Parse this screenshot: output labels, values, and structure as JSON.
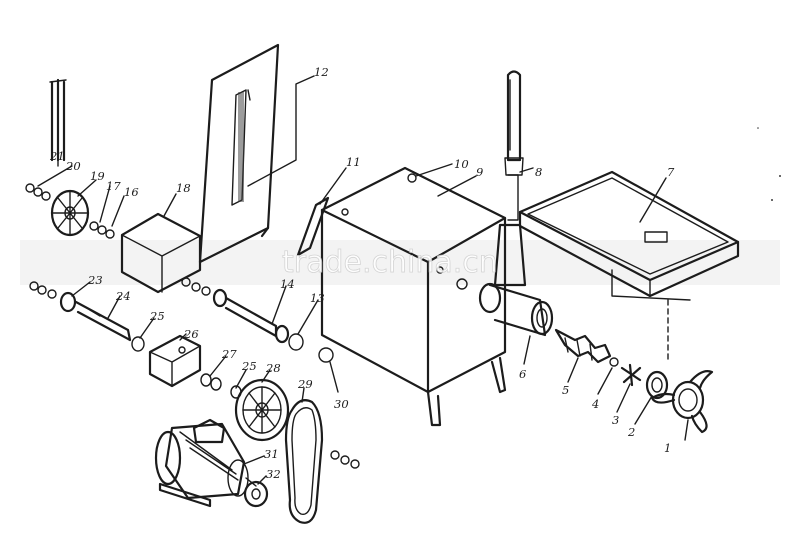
{
  "watermark": "trade.china.cn",
  "labels": [
    "1",
    "2",
    "3",
    "4",
    "5",
    "6",
    "7",
    "8",
    "9",
    "10",
    "11",
    "12",
    "13",
    "14",
    "16",
    "17",
    "18",
    "19",
    "20",
    "21",
    "23",
    "24",
    "25",
    "25",
    "26",
    "27",
    "28",
    "29",
    "30",
    "31",
    "32"
  ]
}
